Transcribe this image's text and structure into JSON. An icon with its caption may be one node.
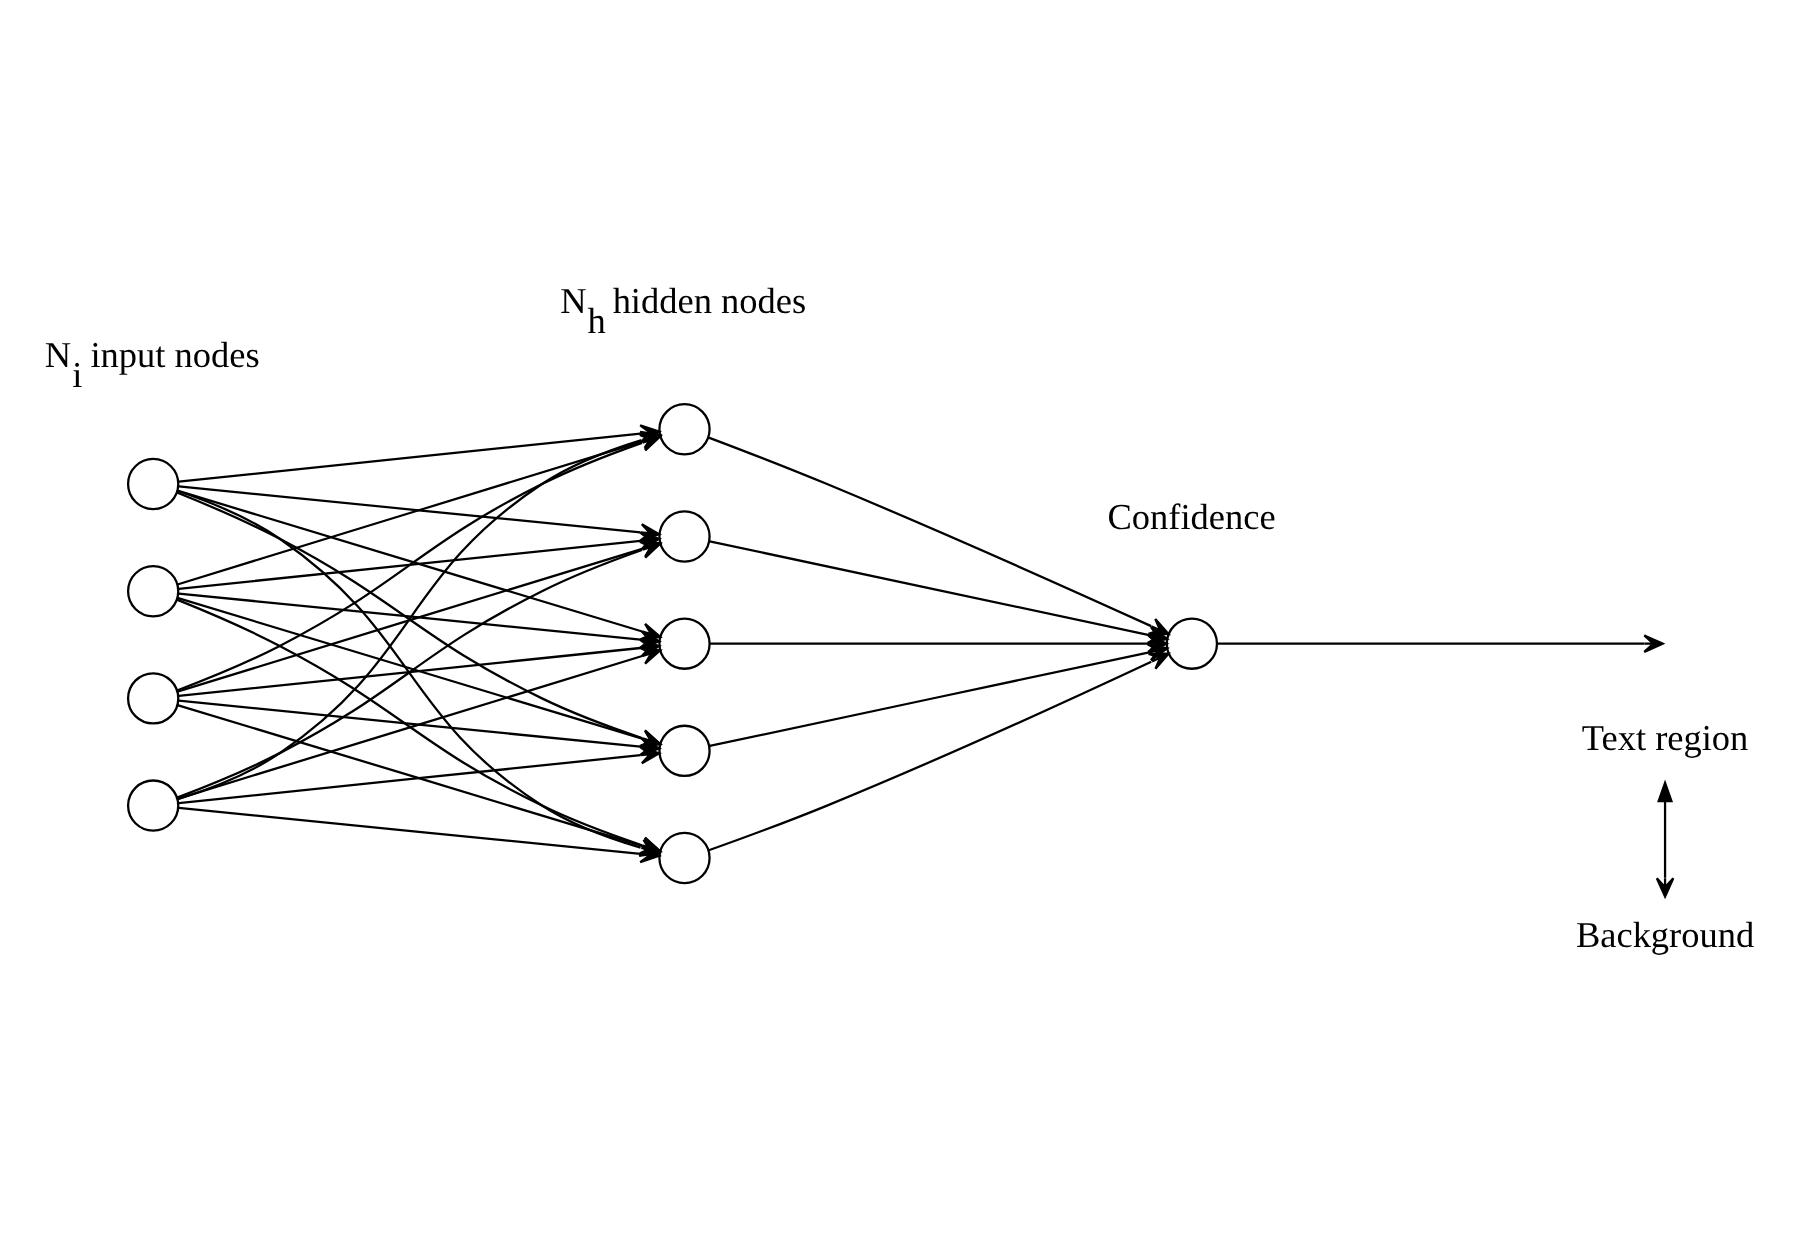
{
  "diagram": {
    "nodes": [
      {
        "text": [],
        "shape": "circle"
      },
      {
        "text": [],
        "shape": "circle"
      },
      {
        "text": [],
        "shape": "circle"
      },
      {
        "text": [],
        "shape": "circle"
      },
      {
        "text": [],
        "shape": "circle"
      },
      {
        "text": [],
        "shape": "circle"
      },
      {
        "text": [],
        "shape": "circle"
      },
      {
        "text": [],
        "shape": "circle"
      },
      {
        "text": [],
        "shape": "circle"
      },
      {
        "text": [],
        "shape": "circle"
      },
      {
        "text": [
          "Text region"
        ]
      },
      {
        "text": [
          "Background"
        ]
      }
    ],
    "edges": [
      {
        "from": 0,
        "to": 4,
        "arrow": "to"
      },
      {
        "from": 0,
        "to": 5,
        "arrow": "to"
      },
      {
        "from": 0,
        "to": 6,
        "arrow": "to"
      },
      {
        "from": 0,
        "to": 7,
        "arrow": "to"
      },
      {
        "from": 0,
        "to": 8,
        "arrow": "to"
      },
      {
        "from": 1,
        "to": 4,
        "arrow": "to"
      },
      {
        "from": 1,
        "to": 5,
        "arrow": "to"
      },
      {
        "from": 1,
        "to": 6,
        "arrow": "to"
      },
      {
        "from": 1,
        "to": 7,
        "arrow": "to"
      },
      {
        "from": 1,
        "to": 8,
        "arrow": "to"
      },
      {
        "from": 2,
        "to": 4,
        "arrow": "to"
      },
      {
        "from": 2,
        "to": 5,
        "arrow": "to"
      },
      {
        "from": 2,
        "to": 6,
        "arrow": "to"
      },
      {
        "from": 2,
        "to": 7,
        "arrow": "to"
      },
      {
        "from": 2,
        "to": 8,
        "arrow": "to"
      },
      {
        "from": 3,
        "to": 4,
        "arrow": "to"
      },
      {
        "from": 3,
        "to": 5,
        "arrow": "to"
      },
      {
        "from": 3,
        "to": 6,
        "arrow": "to"
      },
      {
        "from": 3,
        "to": 7,
        "arrow": "to"
      },
      {
        "from": 3,
        "to": 8,
        "arrow": "to"
      },
      {
        "from": 4,
        "to": 9,
        "arrow": "to"
      },
      {
        "from": 5,
        "to": 9,
        "arrow": "to"
      },
      {
        "from": 6,
        "to": 9,
        "arrow": "to"
      },
      {
        "from": 7,
        "to": 9,
        "arrow": "to"
      },
      {
        "from": 8,
        "to": 9,
        "arrow": "to"
      },
      {
        "from": 9,
        "to": null,
        "arrow": "to"
      },
      {
        "from": 10,
        "to": 11,
        "arrow": "both"
      }
    ],
    "labels": [
      "N$_{i}$ input nodes",
      "N$_{h}$ hidden nodes",
      "Confidence"
    ]
  }
}
